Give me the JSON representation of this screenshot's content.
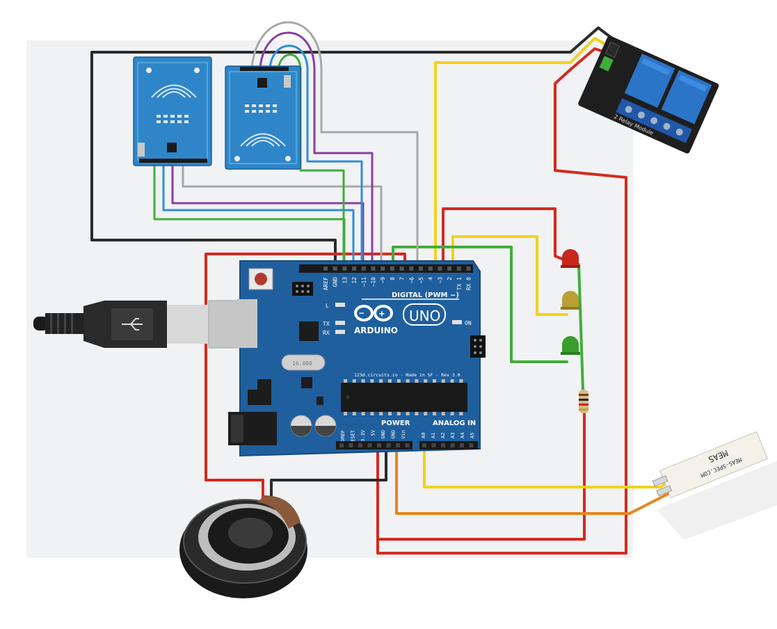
{
  "arduino": {
    "brand": "ARDUINO",
    "model": "UNO",
    "digital_label": "DIGITAL (PWM ~)",
    "power_label": "POWER",
    "analog_label": "ANALOG IN",
    "credit": "123d.circuits.io - Made in SF - Rev 3.0",
    "crystal": "16.000",
    "on_label": "ON",
    "led_l": "L",
    "led_tx": "TX",
    "led_rx": "RX",
    "digital_pins": [
      "AREF",
      "GND",
      "13",
      "12",
      "~11",
      "~10",
      "~9",
      "8",
      "7",
      "~6",
      "~5",
      "4",
      "~3",
      "2",
      "TX 1",
      "RX 0"
    ],
    "power_pins": [
      "IOREF",
      "RESET",
      "3.3V",
      "5V",
      "GND",
      "GND",
      "Vin"
    ],
    "analog_pins": [
      "A0",
      "A1",
      "A2",
      "A3",
      "A4",
      "A5"
    ]
  },
  "flex_sensor": {
    "brand": "MEAS",
    "site": "MEAS-SPEC.COM"
  },
  "relay": {
    "label": "2 Relay Module"
  },
  "colors": {
    "board": "#1f5f9e",
    "rfid": "#2e86c9",
    "wire_red": "#d42a1f",
    "wire_black": "#2b2b2b",
    "wire_yellow": "#f2d21a",
    "wire_green": "#3fae3a",
    "wire_blue": "#2d8fd6",
    "wire_purple": "#8a3fa0",
    "wire_gray": "#a8a8a8",
    "wire_orange": "#e8851a"
  }
}
